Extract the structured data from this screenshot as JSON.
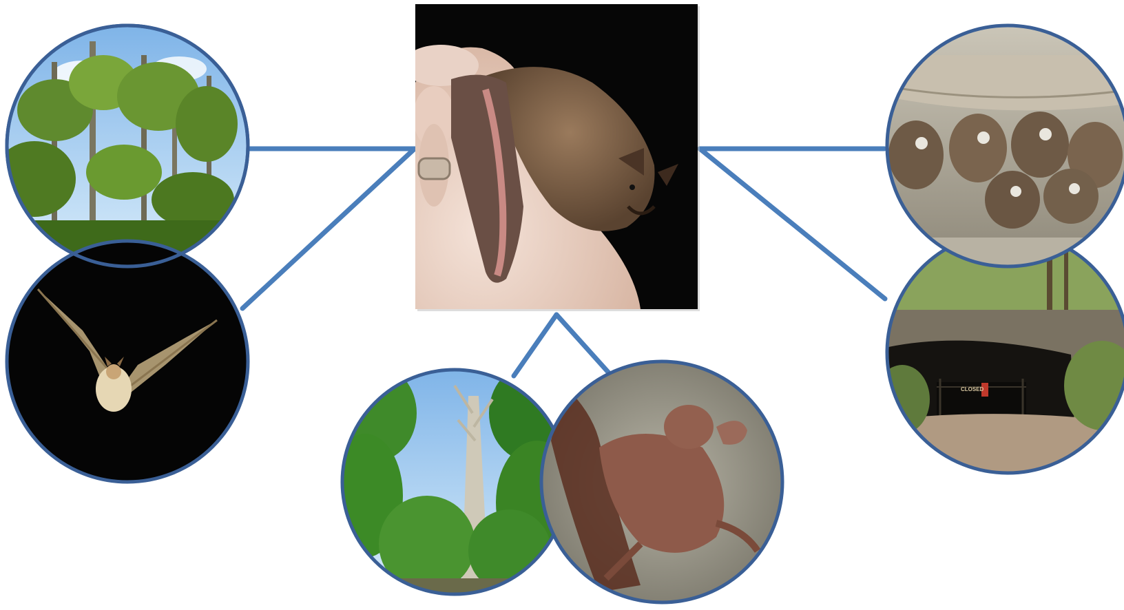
{
  "diagram": {
    "center": {
      "name": "bat-held-in-hand-photo"
    },
    "nodes": [
      {
        "name": "forest-canopy-photo"
      },
      {
        "name": "bat-in-flight-photo"
      },
      {
        "name": "dead-snag-tree-photo"
      },
      {
        "name": "pup-bat-on-bark-photo"
      },
      {
        "name": "hibernating-bat-cluster-photo"
      },
      {
        "name": "gated-cave-entrance-photo"
      }
    ],
    "colors": {
      "connector": "#4a7ebb",
      "ring": "#3a5f96",
      "background": "#ffffff"
    }
  },
  "cave_sign": {
    "text": "CLOSED"
  }
}
